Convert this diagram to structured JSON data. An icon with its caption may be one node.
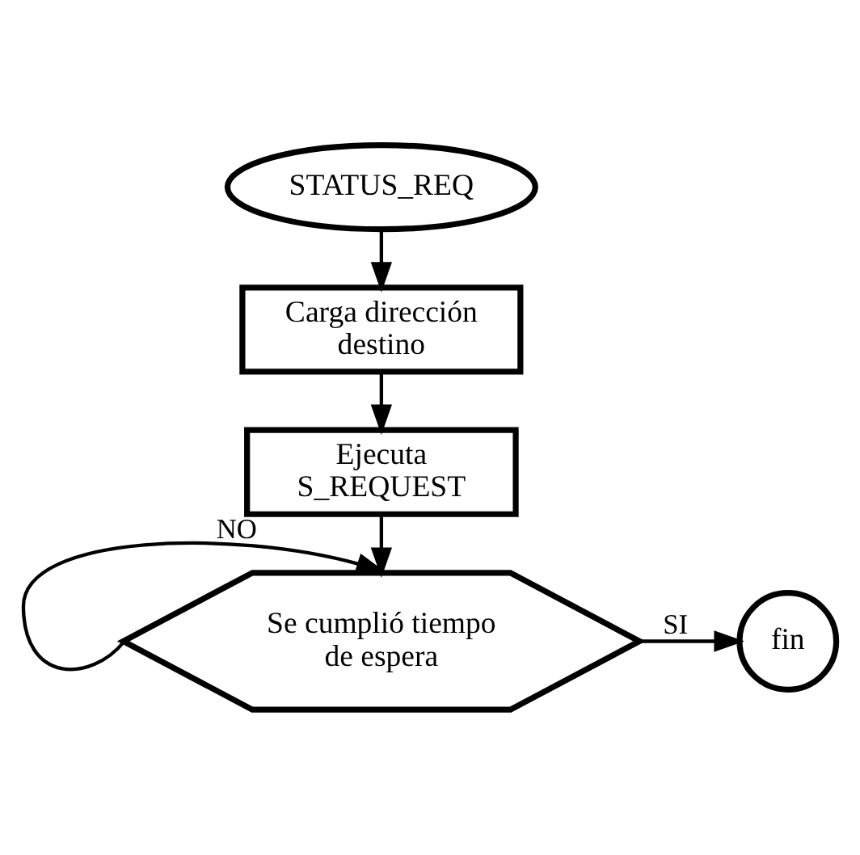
{
  "diagram": {
    "nodes": [
      {
        "text": [
          "STATUS_REQ"
        ]
      },
      {
        "text": [
          "Carga dirección destino"
        ]
      },
      {
        "text": [
          "Ejecuta S_REQUEST"
        ]
      },
      {
        "text": [
          "Se cumplió tiempo de espera"
        ]
      },
      {
        "text": [
          "fin"
        ]
      }
    ],
    "edges": [
      {
        "from": 0,
        "to": 1,
        "arrow": "to"
      },
      {
        "from": 1,
        "to": 2,
        "arrow": "to"
      },
      {
        "from": 2,
        "to": 3,
        "arrow": "to"
      },
      {
        "from": 3,
        "to": 3,
        "arrow": "to",
        "label": "NO"
      },
      {
        "from": 3,
        "to": 4,
        "arrow": "to",
        "label": "SI"
      }
    ]
  }
}
